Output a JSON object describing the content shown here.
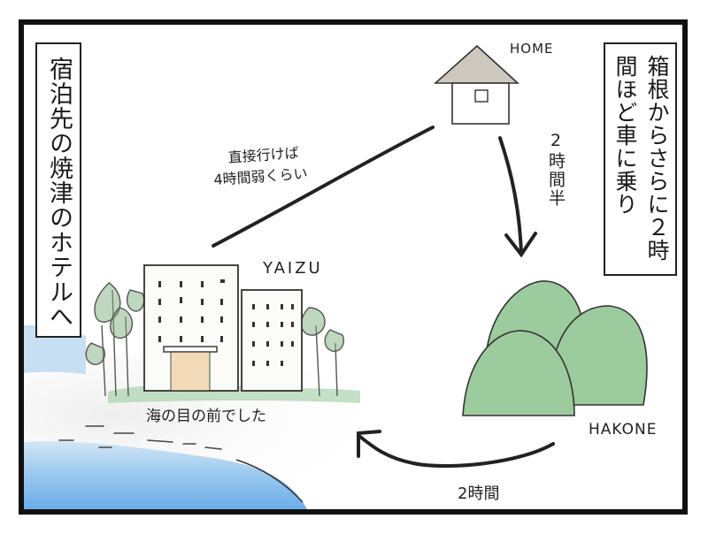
{
  "narration": {
    "left": "宿泊先の焼津のホテルへ",
    "right": "箱根からさらに２時間ほど車に乗り"
  },
  "labels": {
    "home": "HOME",
    "yaizu": "YAIZU",
    "hakone": "HAKONE",
    "direct_line1": "直接行けば",
    "direct_line2": "4時間弱くらい",
    "home_to_hakone": "2時間半",
    "hakone_to_yaizu": "2時間",
    "sea_caption": "海の目の前でした"
  },
  "colors": {
    "frame": "#111111",
    "mountain": "#9ccb9e",
    "sea": "#8ec2ee",
    "tree": "#7fae7f",
    "building_door": "#efcfa5"
  },
  "icons": [
    "house-icon",
    "hotel-building",
    "mountains",
    "sea",
    "arrow-down",
    "arrow-curved-left"
  ]
}
